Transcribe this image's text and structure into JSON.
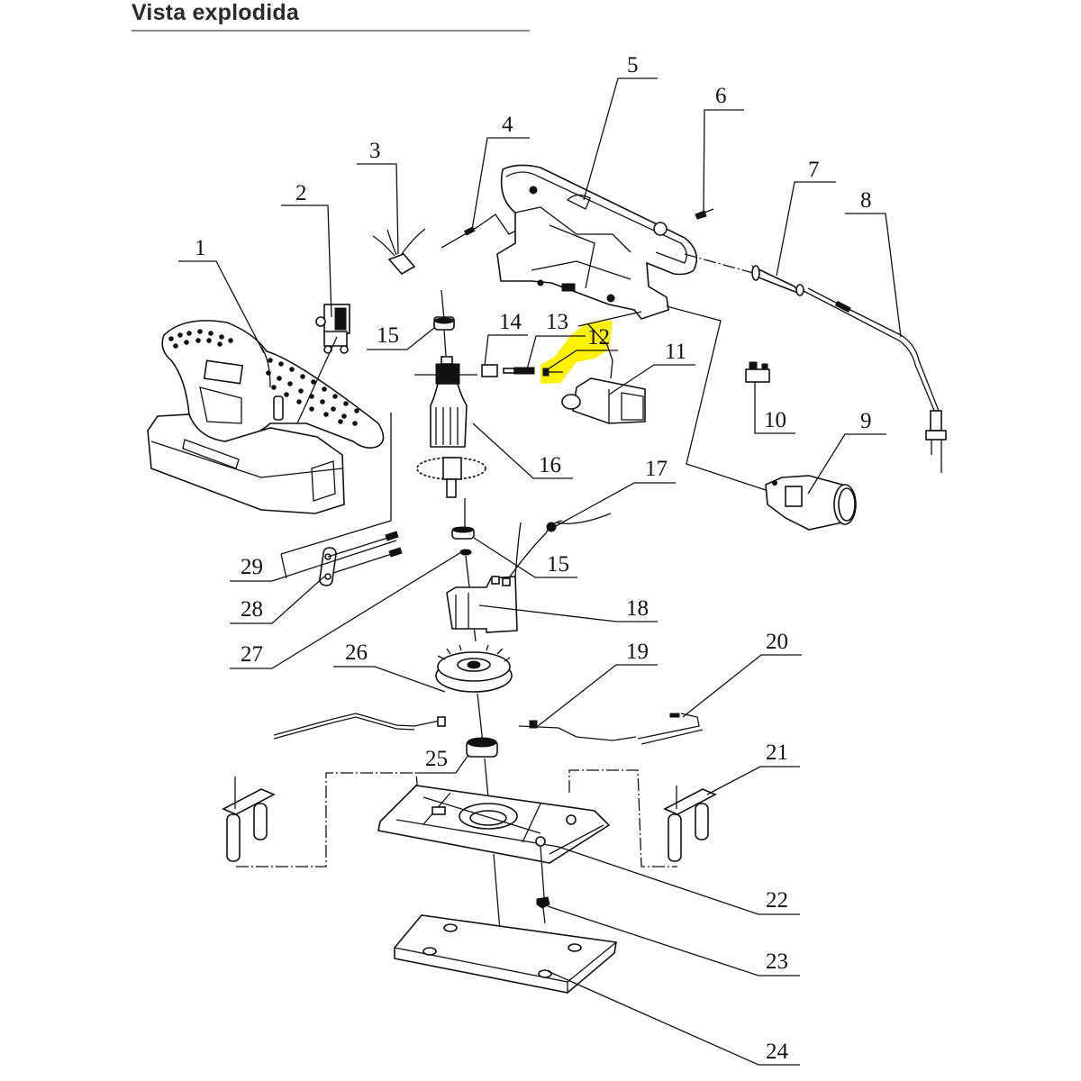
{
  "title": "Vista explodida",
  "highlight_color": "#fff200",
  "highlighted_part": "12",
  "parts": {
    "p1": "1",
    "p2": "2",
    "p3": "3",
    "p4": "4",
    "p5": "5",
    "p6": "6",
    "p7": "7",
    "p8": "8",
    "p9": "9",
    "p10": "10",
    "p11": "11",
    "p12": "12",
    "p13": "13",
    "p14": "14",
    "p15a": "15",
    "p15b": "15",
    "p16": "16",
    "p17": "17",
    "p18": "18",
    "p19": "19",
    "p20": "20",
    "p21": "21",
    "p22": "22",
    "p23": "23",
    "p24": "24",
    "p25": "25",
    "p26": "26",
    "p27": "27",
    "p28": "28",
    "p29": "29"
  }
}
